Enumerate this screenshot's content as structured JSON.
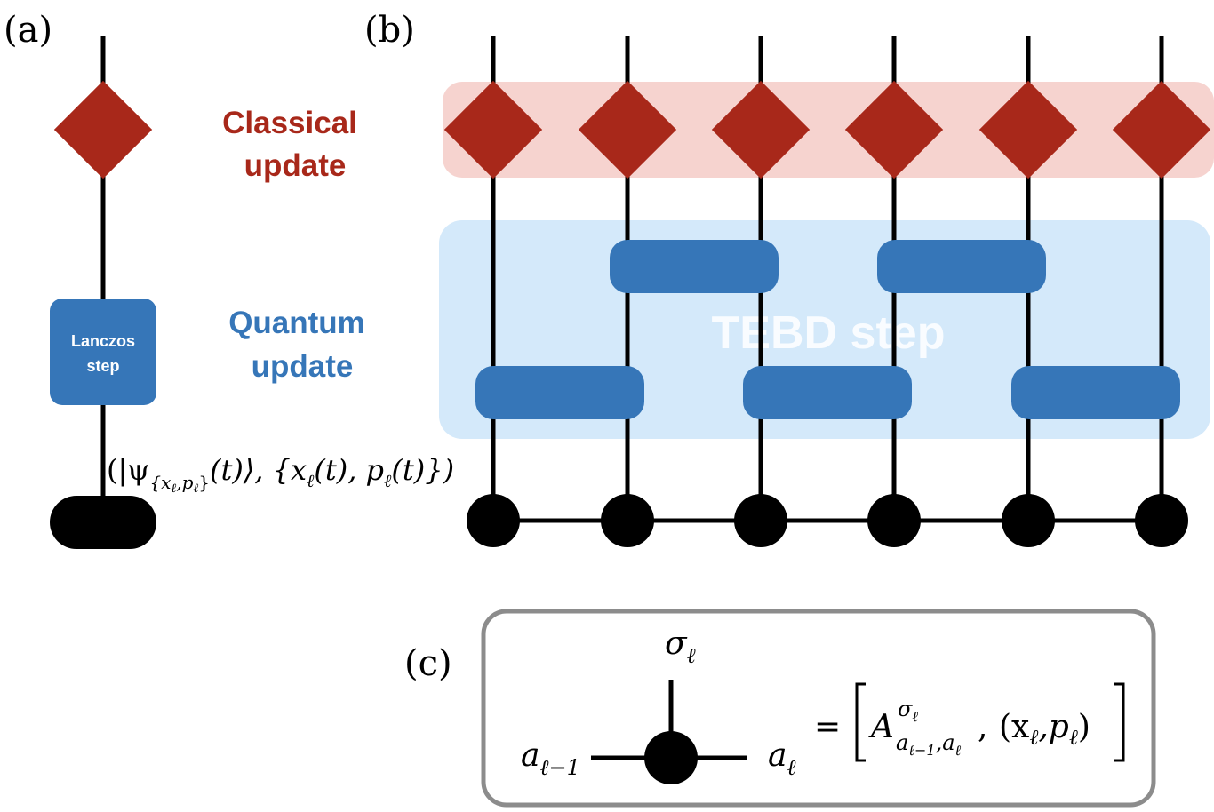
{
  "panels": {
    "a": "(a)",
    "b": "(b)",
    "c": "(c)"
  },
  "labels": {
    "classical_line1": "Classical",
    "classical_line2": "update",
    "quantum_line1": "Quantum",
    "quantum_line2": "update",
    "lanczos_line1": "Lanczos",
    "lanczos_line2": "step",
    "tebd": "TEBD step"
  },
  "state_formula": {
    "open": "(|ψ",
    "sub": "{x",
    "sub_l1": "ℓ",
    "sub_mid": ",p",
    "sub_l2": "ℓ",
    "sub_close": "}",
    "t_ket": "(t)⟩, {x",
    "l3": "ℓ",
    "t2": "(t), p",
    "l4": "ℓ",
    "t3": "(t)})"
  },
  "legend_c": {
    "top_sigma": "σ",
    "top_sub": "ℓ",
    "left_a": "a",
    "left_sub": "ℓ−1",
    "right_a": "a",
    "right_sub": "ℓ",
    "equals": "=",
    "A": "A",
    "A_sup": "σ",
    "A_sup_sub": "ℓ",
    "A_sub": "a",
    "A_sub_l1": "ℓ−1",
    "A_sub_mid": ",a",
    "A_sub_l2": "ℓ",
    "comma": ",",
    "xp_open": "(x",
    "xp_l1": "ℓ",
    "xp_mid": ",p",
    "xp_l2": "ℓ",
    "xp_close": ")"
  },
  "colors": {
    "classical_red": "#a8281a",
    "classical_band": "#f6d3cf",
    "quantum_blue": "#3676b8",
    "quantum_band": "#d4e9fa",
    "tebd_text": "#ffffff",
    "line": "#000000",
    "legend_border": "#8c8c8c"
  }
}
